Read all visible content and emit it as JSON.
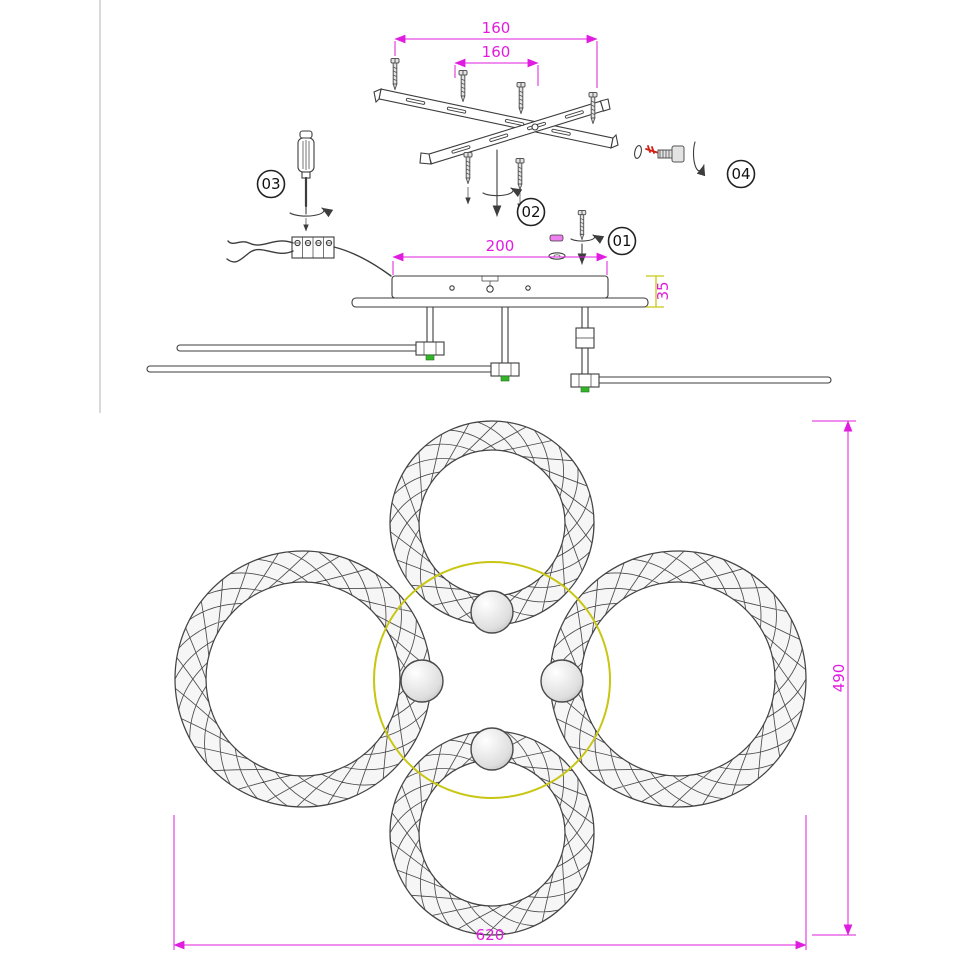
{
  "page": {
    "title": "Ceiling chandelier mounting / assembly diagram"
  },
  "colors": {
    "ink": "#3d3d3d",
    "magenta": "#e11ce1",
    "yellow": "#c9c613",
    "green": "#35b42a",
    "red": "#d21d12",
    "pink": "#ee7fee"
  },
  "steps": {
    "s01": "01",
    "s02": "02",
    "s03": "03",
    "s04": "04"
  },
  "dimensions": {
    "bracket_span_outer": "160",
    "bracket_span_inner": "160",
    "canopy_width": "200",
    "canopy_height": "35",
    "fixture_width": "620",
    "fixture_height": "490"
  }
}
